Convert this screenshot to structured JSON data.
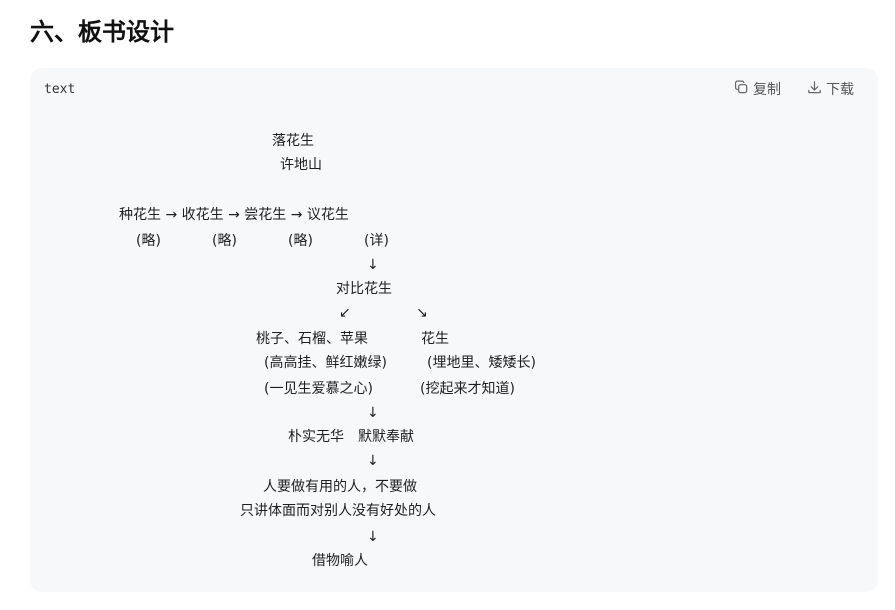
{
  "page": {
    "heading": "六、板书设计"
  },
  "code_block": {
    "language": "text",
    "copy_label": "复制",
    "download_label": "下载",
    "lines": [
      "落花生",
      "许地山",
      "种花生 → 收花生 → 尝花生 → 议花生",
      "(略)",
      "(略)",
      "(略)",
      "(详)",
      "↓",
      "对比花生",
      "↙",
      "↘",
      "桃子、石榴、苹果",
      "花生",
      "(高高挂、鲜红嫩绿)",
      "(埋地里、矮矮长)",
      "(一见生爱慕之心)",
      "(挖起来才知道)",
      "↓",
      "朴实无华　默默奉献",
      "↓",
      "人要做有用的人，不要做",
      "只讲体面而对别人没有好处的人",
      "↓",
      "借物喻人"
    ]
  }
}
